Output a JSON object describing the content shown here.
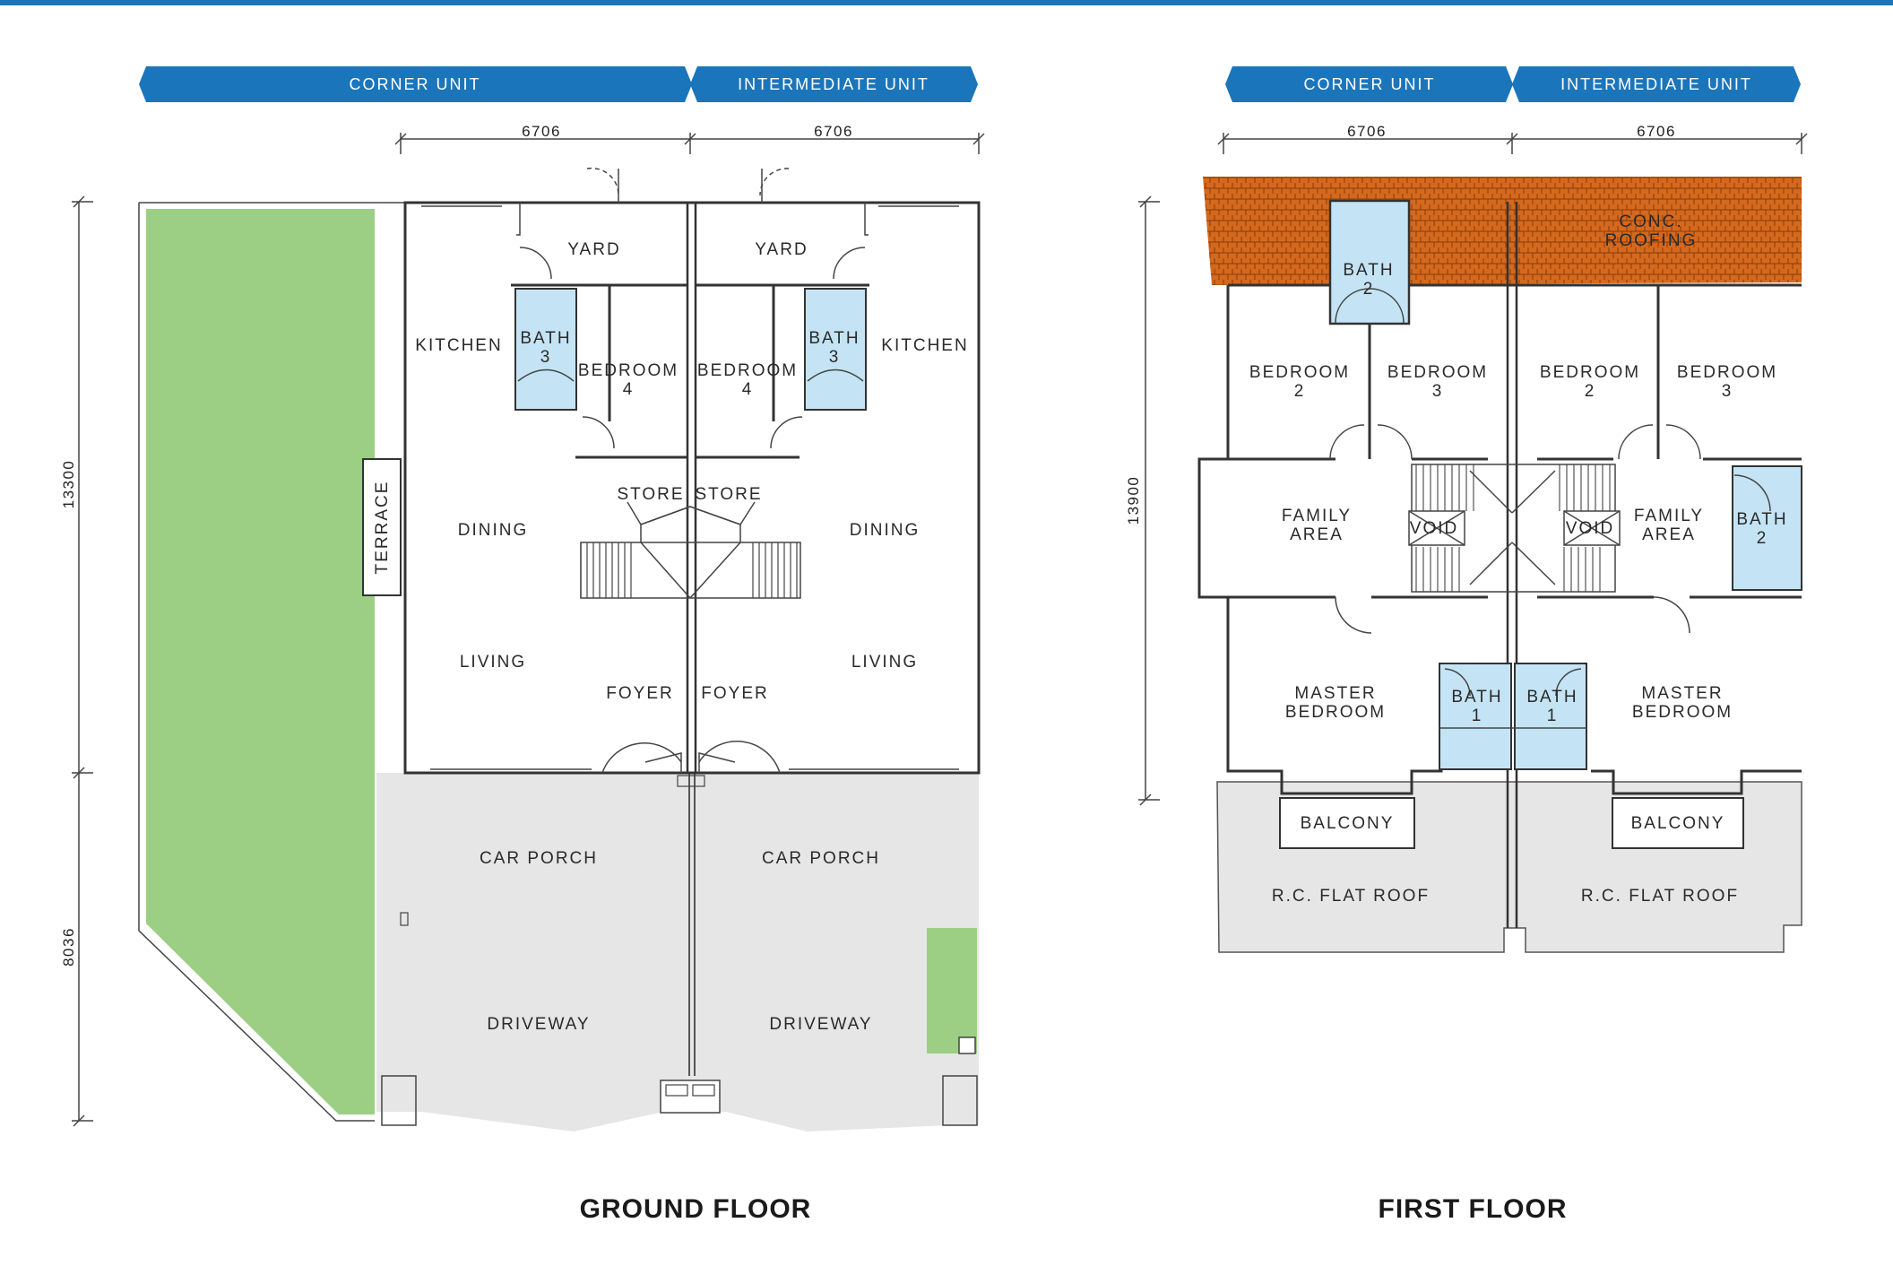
{
  "colors": {
    "accent_blue": "#1b75bb",
    "garden_green": "#9ccf84",
    "paving_grey": "#e6e6e6",
    "bath_blue": "#c4e4f5",
    "roof_orange": "#d4691e"
  },
  "ground_floor": {
    "title": "GROUND FLOOR",
    "banners": {
      "corner": "CORNER UNIT",
      "intermediate": "INTERMEDIATE UNIT"
    },
    "dimensions": {
      "width_corner": "6706",
      "width_intermediate": "6706",
      "depth_house": "13300",
      "depth_porch": "8036"
    },
    "rooms": {
      "yard_left": "YARD",
      "yard_right": "YARD",
      "kitchen_left": "KITCHEN",
      "kitchen_right": "KITCHEN",
      "bath3_left_a": "BATH",
      "bath3_left_b": "3",
      "bath3_right_a": "BATH",
      "bath3_right_b": "3",
      "bed4_left_a": "BEDROOM",
      "bed4_left_b": "4",
      "bed4_right_a": "BEDROOM",
      "bed4_right_b": "4",
      "store_left": "STORE",
      "store_right": "STORE",
      "dining_left": "DINING",
      "dining_right": "DINING",
      "living_left": "LIVING",
      "living_right": "LIVING",
      "foyer_left": "FOYER",
      "foyer_right": "FOYER",
      "terrace": "TERRACE",
      "carporch_left": "CAR PORCH",
      "carporch_right": "CAR PORCH",
      "driveway_left": "DRIVEWAY",
      "driveway_right": "DRIVEWAY"
    }
  },
  "first_floor": {
    "title": "FIRST FLOOR",
    "banners": {
      "corner": "CORNER UNIT",
      "intermediate": "INTERMEDIATE UNIT"
    },
    "dimensions": {
      "width_corner": "6706",
      "width_intermediate": "6706",
      "depth_house": "13900"
    },
    "rooms": {
      "roofing_a": "CONC.",
      "roofing_b": "ROOFING",
      "bath2_top_a": "BATH",
      "bath2_top_b": "2",
      "bed2_left_a": "BEDROOM",
      "bed2_left_b": "2",
      "bed3_left_a": "BEDROOM",
      "bed3_left_b": "3",
      "bed2_right_a": "BEDROOM",
      "bed2_right_b": "2",
      "bed3_right_a": "BEDROOM",
      "bed3_right_b": "3",
      "family_left_a": "FAMILY",
      "family_left_b": "AREA",
      "family_right_a": "FAMILY",
      "family_right_b": "AREA",
      "void_left": "VOID",
      "void_right": "VOID",
      "bath2_right_a": "BATH",
      "bath2_right_b": "2",
      "master_left_a": "MASTER",
      "master_left_b": "BEDROOM",
      "master_right_a": "MASTER",
      "master_right_b": "BEDROOM",
      "bath1_left_a": "BATH",
      "bath1_left_b": "1",
      "bath1_right_a": "BATH",
      "bath1_right_b": "1",
      "balcony_left": "BALCONY",
      "balcony_right": "BALCONY",
      "flatroof_left": "R.C. FLAT ROOF",
      "flatroof_right": "R.C. FLAT ROOF"
    }
  }
}
